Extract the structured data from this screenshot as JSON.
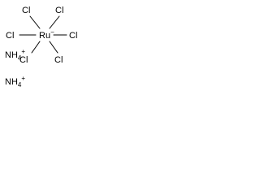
{
  "complex": {
    "center": {
      "symbol": "Ru",
      "charge": "−"
    },
    "ligands": [
      {
        "position": "upper-left",
        "symbol": "Cl"
      },
      {
        "position": "upper-right",
        "symbol": "Cl"
      },
      {
        "position": "left",
        "symbol": "Cl"
      },
      {
        "position": "right",
        "symbol": "Cl"
      },
      {
        "position": "lower-left",
        "symbol": "Cl"
      },
      {
        "position": "lower-right",
        "symbol": "Cl"
      }
    ]
  },
  "counterions": [
    {
      "symbol": "NH",
      "subscript": "4",
      "charge": "+"
    },
    {
      "symbol": "NH",
      "subscript": "4",
      "charge": "+"
    }
  ]
}
